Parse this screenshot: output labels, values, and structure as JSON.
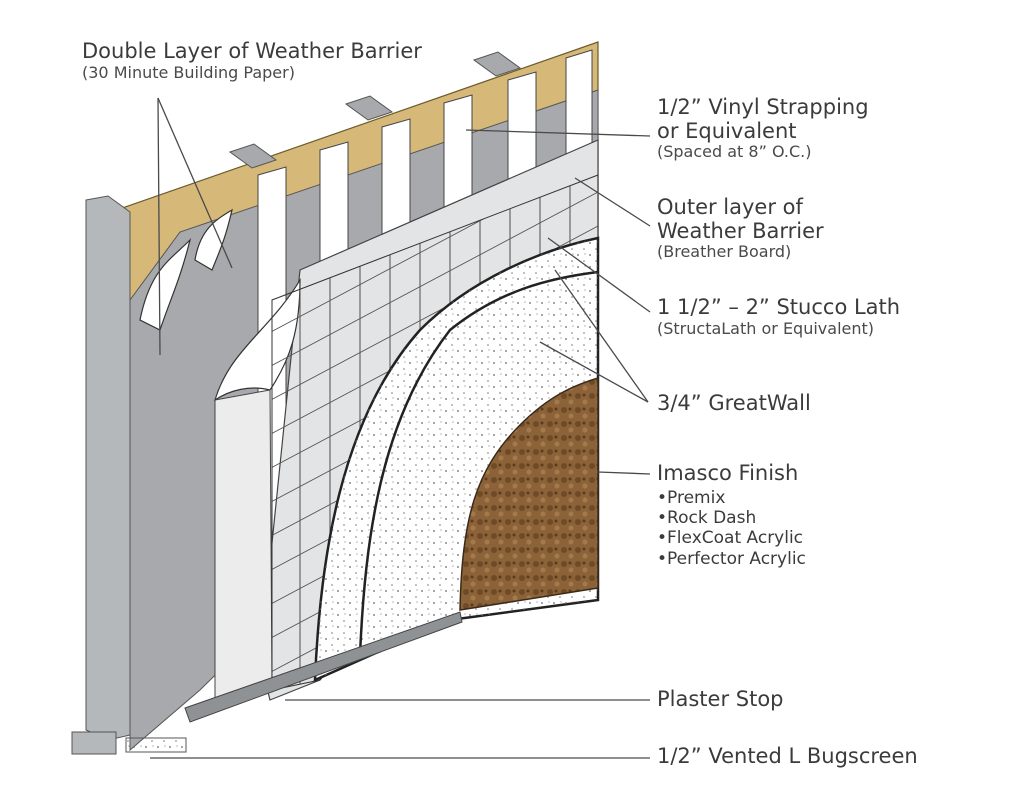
{
  "labels": {
    "weather_barrier": {
      "title": "Double Layer of Weather Barrier",
      "subtitle": "(30 Minute Building Paper)"
    },
    "strapping": {
      "line1": "1/2”  Vinyl Strapping",
      "line2": "or Equivalent",
      "subtitle": "(Spaced at 8” O.C.)"
    },
    "outer_barrier": {
      "line1": "Outer layer of",
      "line2": "Weather Barrier",
      "subtitle": "(Breather Board)"
    },
    "lath": {
      "title": "1 1/2” – 2” Stucco Lath",
      "subtitle": "(StructaLath or Equivalent)"
    },
    "greatwall": {
      "title": "3/4” GreatWall"
    },
    "finish": {
      "title": "Imasco Finish",
      "items": [
        "Premix",
        "Rock Dash",
        "FlexCoat Acrylic",
        "Perfector Acrylic"
      ]
    },
    "plaster_stop": {
      "title": "Plaster Stop"
    },
    "bugscreen": {
      "title": "1/2”  Vented L Bugscreen"
    }
  },
  "colors": {
    "sheathing": "#d6b978",
    "paper": "#a7a9ac",
    "stud": "#b5b8bb",
    "strapping": "#ffffff",
    "lath": "#e3e4e5",
    "greatwall": "#ffffff",
    "finish": "#8c6339",
    "outline": "#2a2a2a"
  }
}
